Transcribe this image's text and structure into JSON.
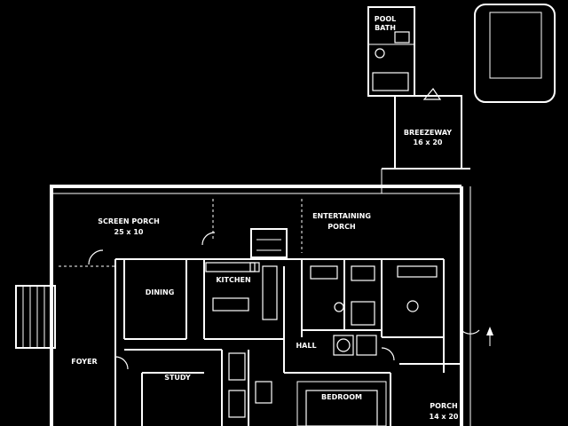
{
  "colors": {
    "background": "#000000",
    "lines": "#ffffff"
  },
  "rooms": {
    "pool_bath": {
      "name": "POOL",
      "size": "BATH"
    },
    "breezeway": {
      "name": "BREEZEWAY",
      "size": "16 x 20"
    },
    "screen_porch": {
      "name": "SCREEN PORCH",
      "size": "25 x 10"
    },
    "entertaining_porch": {
      "name": "ENTERTAINING",
      "size": "PORCH"
    },
    "dining": {
      "name": "DINING"
    },
    "kitchen": {
      "name": "KITCHEN"
    },
    "foyer": {
      "name": "FOYER"
    },
    "porch": {
      "name": "PORCH",
      "size": "14 x 20"
    },
    "hall": {
      "name": "HALL"
    },
    "study": {
      "name": "STUDY"
    },
    "master_bedroom": {
      "name": "BEDROOM"
    }
  }
}
